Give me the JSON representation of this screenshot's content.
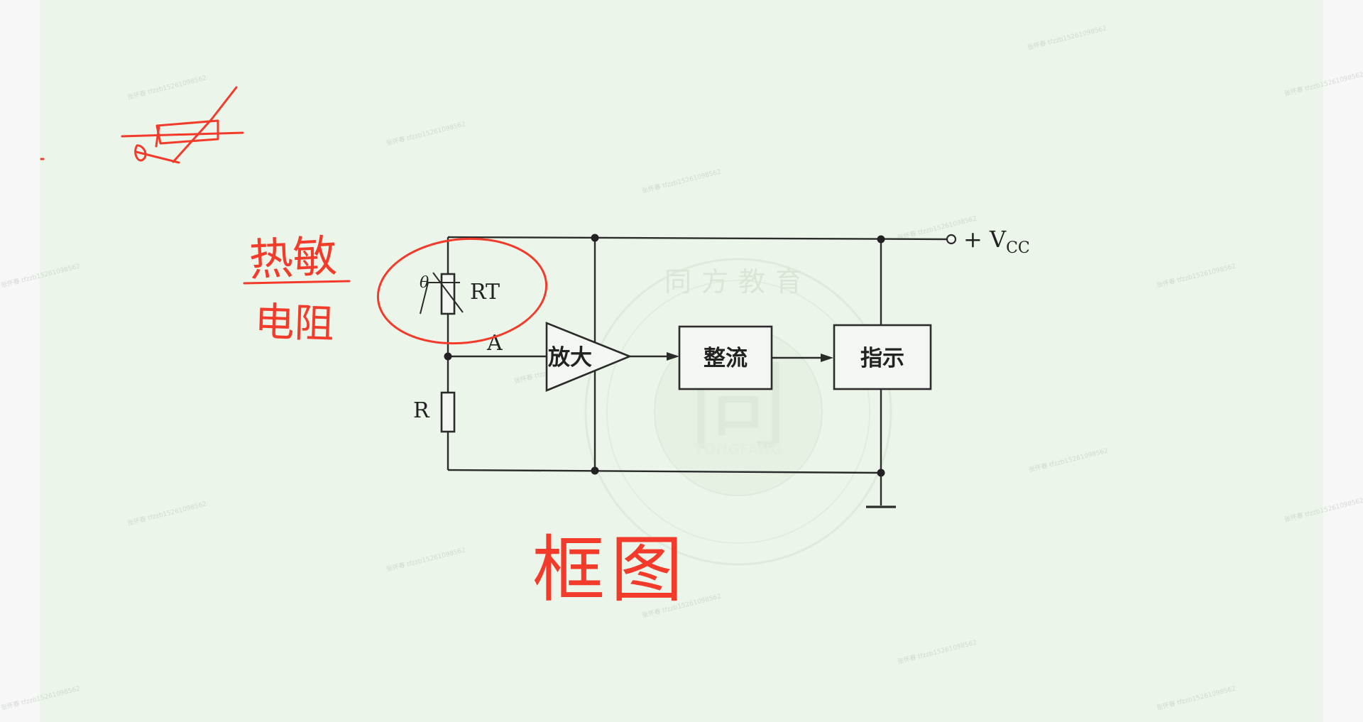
{
  "diagram": {
    "labels": {
      "rt": "RT",
      "theta": "θ",
      "node_a": "A",
      "r": "R",
      "vcc_sign": "+ V",
      "vcc_sub": "CC"
    },
    "blocks": {
      "amplifier": "放大",
      "rectifier": "整流",
      "indicator": "指示"
    },
    "background_logo": {
      "cn": "同方教育",
      "en": "TONGFANG",
      "mark": "同"
    },
    "colors": {
      "board": "#ecf5ea",
      "ink": "#f23b2a",
      "circuit": "#2b2b2b"
    }
  },
  "annotations": {
    "left_note_line1": "热敏",
    "left_note_line2": "电阻",
    "bottom_note": "框图"
  },
  "watermark": {
    "text": "张怀春 tfzzb15261098562"
  }
}
